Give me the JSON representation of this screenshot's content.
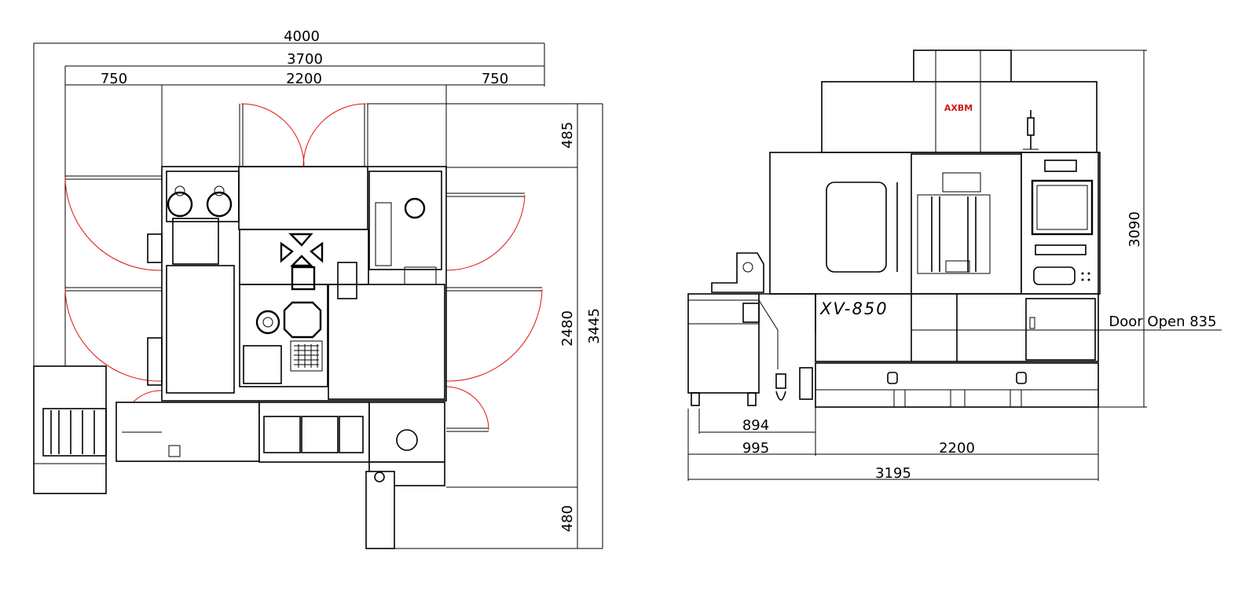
{
  "brand": {
    "logo_text": "AXBM",
    "logo_color": "#d01818",
    "logo_accent": "#1a3a9a"
  },
  "colors": {
    "line": "#000000",
    "door_arc": "#e01010",
    "background": "#ffffff"
  },
  "top_view": {
    "dimensions": {
      "overall_width": "4000",
      "width_with_doors": "3700",
      "door_left": "750",
      "machine_width": "2200",
      "door_right": "750",
      "door_top": "485",
      "machine_depth": "2480",
      "overall_depth": "3445",
      "conveyor_extension": "480"
    }
  },
  "front_view": {
    "model_name": "XV-850",
    "door_note": "Door Open 835",
    "dimensions": {
      "height": "3090",
      "tank_width": "894",
      "side_width": "995",
      "machine_width": "2200",
      "overall_width": "3195"
    }
  }
}
